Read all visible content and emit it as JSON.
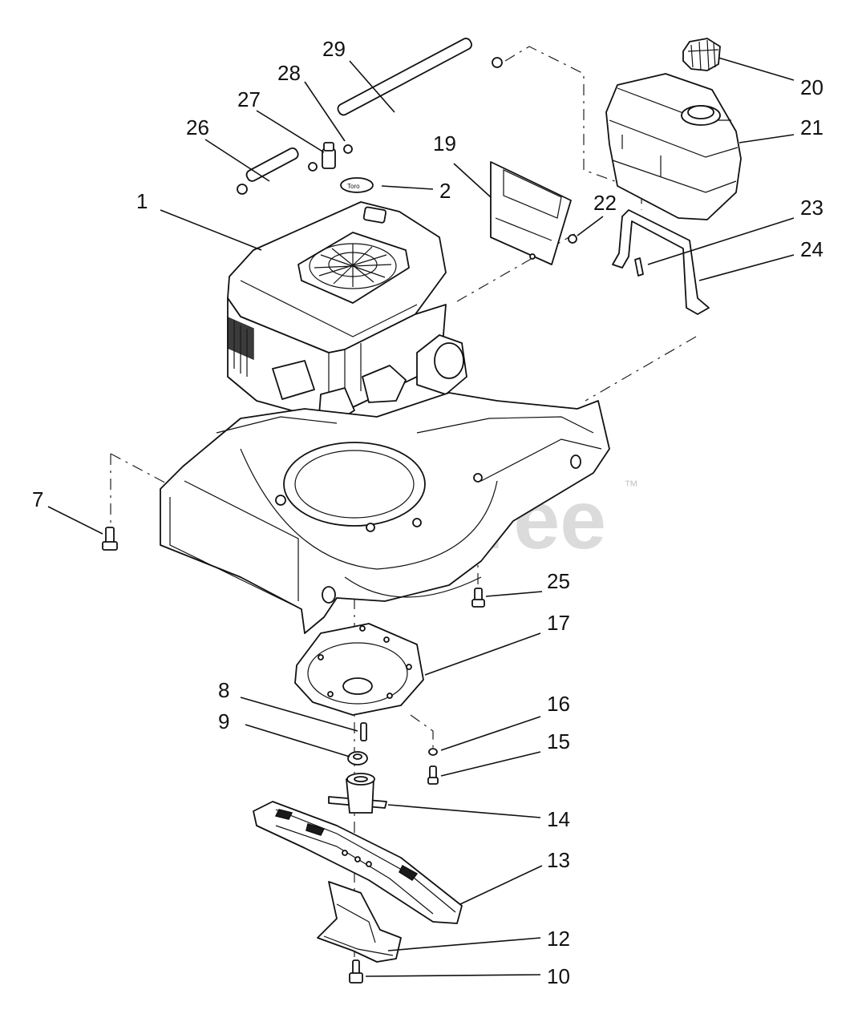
{
  "watermark": {
    "text": "PartsTree",
    "trademark": "™"
  },
  "callouts": [
    {
      "id": "1",
      "label": "1"
    },
    {
      "id": "2",
      "label": "2"
    },
    {
      "id": "7",
      "label": "7"
    },
    {
      "id": "8",
      "label": "8"
    },
    {
      "id": "9",
      "label": "9"
    },
    {
      "id": "10",
      "label": "10"
    },
    {
      "id": "12",
      "label": "12"
    },
    {
      "id": "13",
      "label": "13"
    },
    {
      "id": "14",
      "label": "14"
    },
    {
      "id": "15",
      "label": "15"
    },
    {
      "id": "16",
      "label": "16"
    },
    {
      "id": "17",
      "label": "17"
    },
    {
      "id": "19",
      "label": "19"
    },
    {
      "id": "20",
      "label": "20"
    },
    {
      "id": "21",
      "label": "21"
    },
    {
      "id": "22",
      "label": "22"
    },
    {
      "id": "23",
      "label": "23"
    },
    {
      "id": "24",
      "label": "24"
    },
    {
      "id": "25",
      "label": "25"
    },
    {
      "id": "26",
      "label": "26"
    },
    {
      "id": "27",
      "label": "27"
    },
    {
      "id": "28",
      "label": "28"
    },
    {
      "id": "29",
      "label": "29"
    }
  ]
}
